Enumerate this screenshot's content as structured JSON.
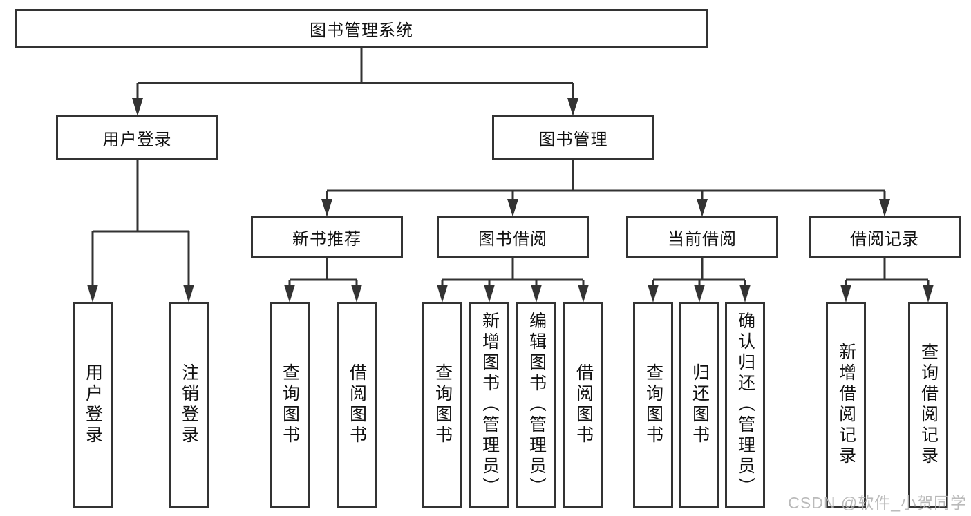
{
  "diagram": {
    "root": {
      "label": "图书管理系统"
    },
    "branches": {
      "user_login": {
        "label": "用户登录"
      },
      "book_management": {
        "label": "图书管理"
      }
    },
    "modules": [
      {
        "label": "新书推荐"
      },
      {
        "label": "图书借阅"
      },
      {
        "label": "当前借阅"
      },
      {
        "label": "借阅记录"
      }
    ],
    "leaves": [
      {
        "label": "用户登录"
      },
      {
        "label": "注销登录"
      },
      {
        "label": "查询图书"
      },
      {
        "label": "借阅图书"
      },
      {
        "label": "查询图书"
      },
      {
        "label": "新增图书（管理员）"
      },
      {
        "label": "编辑图书（管理员）"
      },
      {
        "label": "借阅图书"
      },
      {
        "label": "查询图书"
      },
      {
        "label": "归还图书"
      },
      {
        "label": "确认归还（管理员）"
      },
      {
        "label": "新增借阅记录"
      },
      {
        "label": "查询借阅记录"
      }
    ],
    "watermark": "CSDN @软件_小贺同学"
  },
  "colors": {
    "line": "#333333",
    "text": "#111111",
    "background": "#ffffff",
    "watermark": "#b3b3b3"
  }
}
